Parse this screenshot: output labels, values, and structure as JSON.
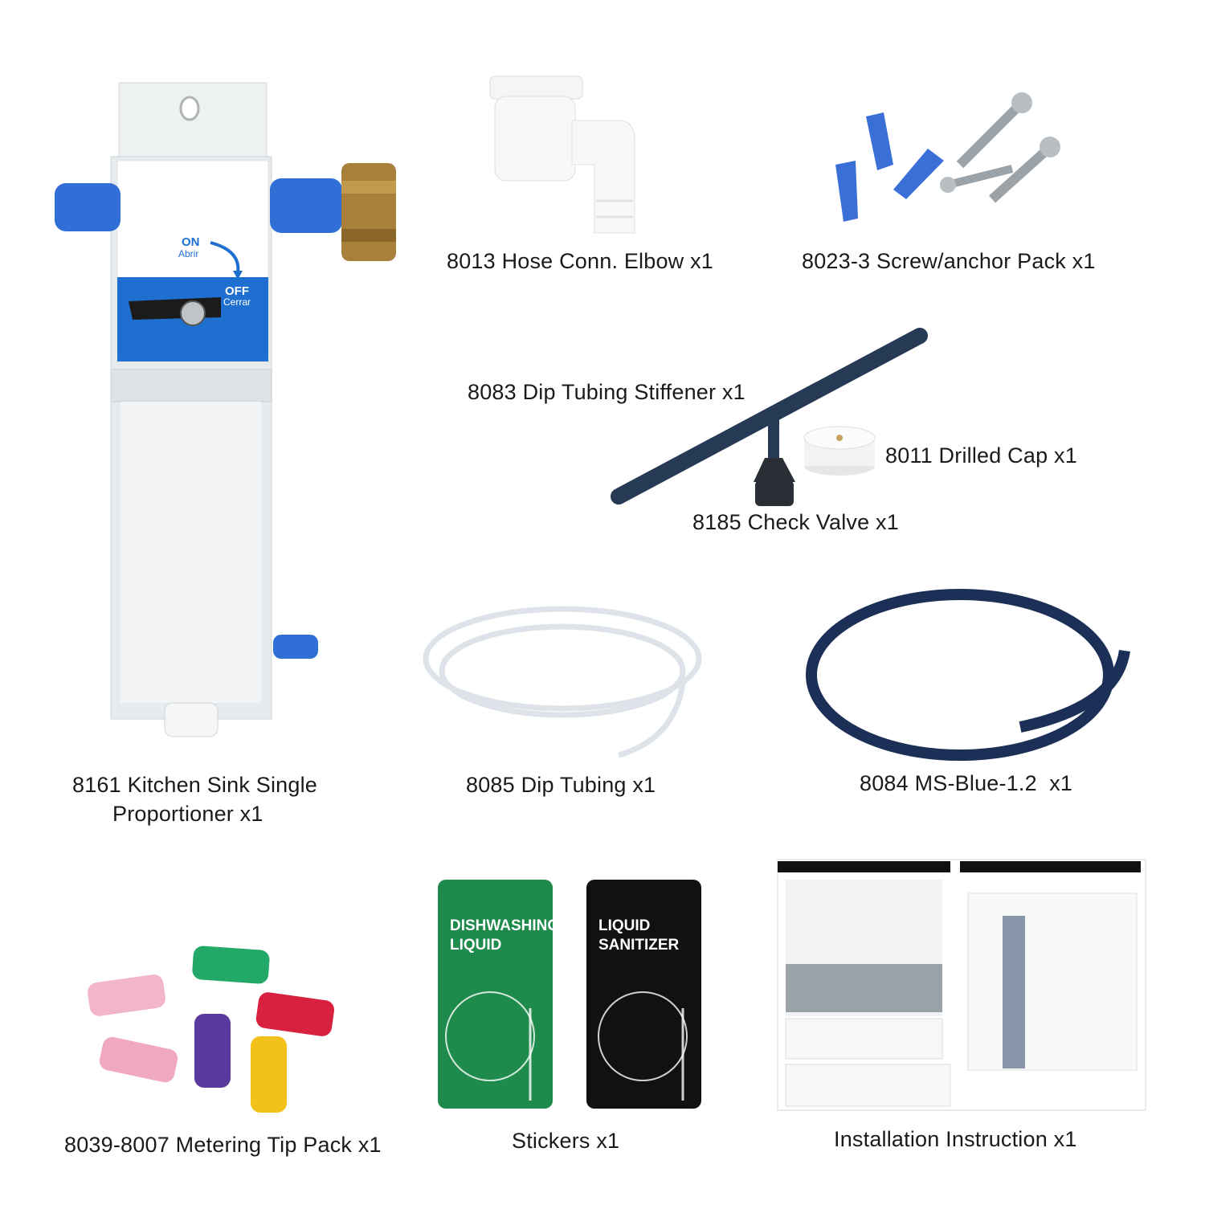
{
  "captions": {
    "proportioner_line1": "8161 Kitchen Sink Single",
    "proportioner_line2": "Proportioner x1",
    "elbow": "8013 Hose Conn. Elbow x1",
    "screws": "8023-3 Screw/anchor Pack x1",
    "stiffener": "8083 Dip Tubing Stiffener x1",
    "drilled_cap": "8011 Drilled Cap x1",
    "check_valve": "8185 Check Valve x1",
    "dip_tubing": "8085 Dip Tubing x1",
    "ms_blue": "8084 MS-Blue-1.2  x1",
    "metering_tips": "8039-8007 Metering Tip Pack x1",
    "stickers": "Stickers x1",
    "instructions": "Installation Instruction x1"
  },
  "proportioner_label": {
    "on": "ON",
    "on_es": "Abrir",
    "off": "OFF",
    "off_es": "Cerrar"
  },
  "stickers": {
    "dishwashing_line1": "DISHWASHING",
    "dishwashing_line2": "LIQUID",
    "sanitizer_line1": "LIQUID",
    "sanitizer_line2": "SANITIZER"
  },
  "colors": {
    "blue_fitting": "#2f6fd6",
    "label_blue": "#1f6fd0",
    "brass": "#a8803a",
    "steel": "#e9ecee",
    "navy_tube": "#263a55",
    "anchor_blue": "#3a6fd8",
    "sticker_green": "#1e8a4c",
    "sticker_black": "#111111",
    "tip_colors": [
      "#f2b6c8",
      "#22a867",
      "#d8213f",
      "#f1a9bf",
      "#5b3a9e",
      "#f2c21a"
    ]
  }
}
